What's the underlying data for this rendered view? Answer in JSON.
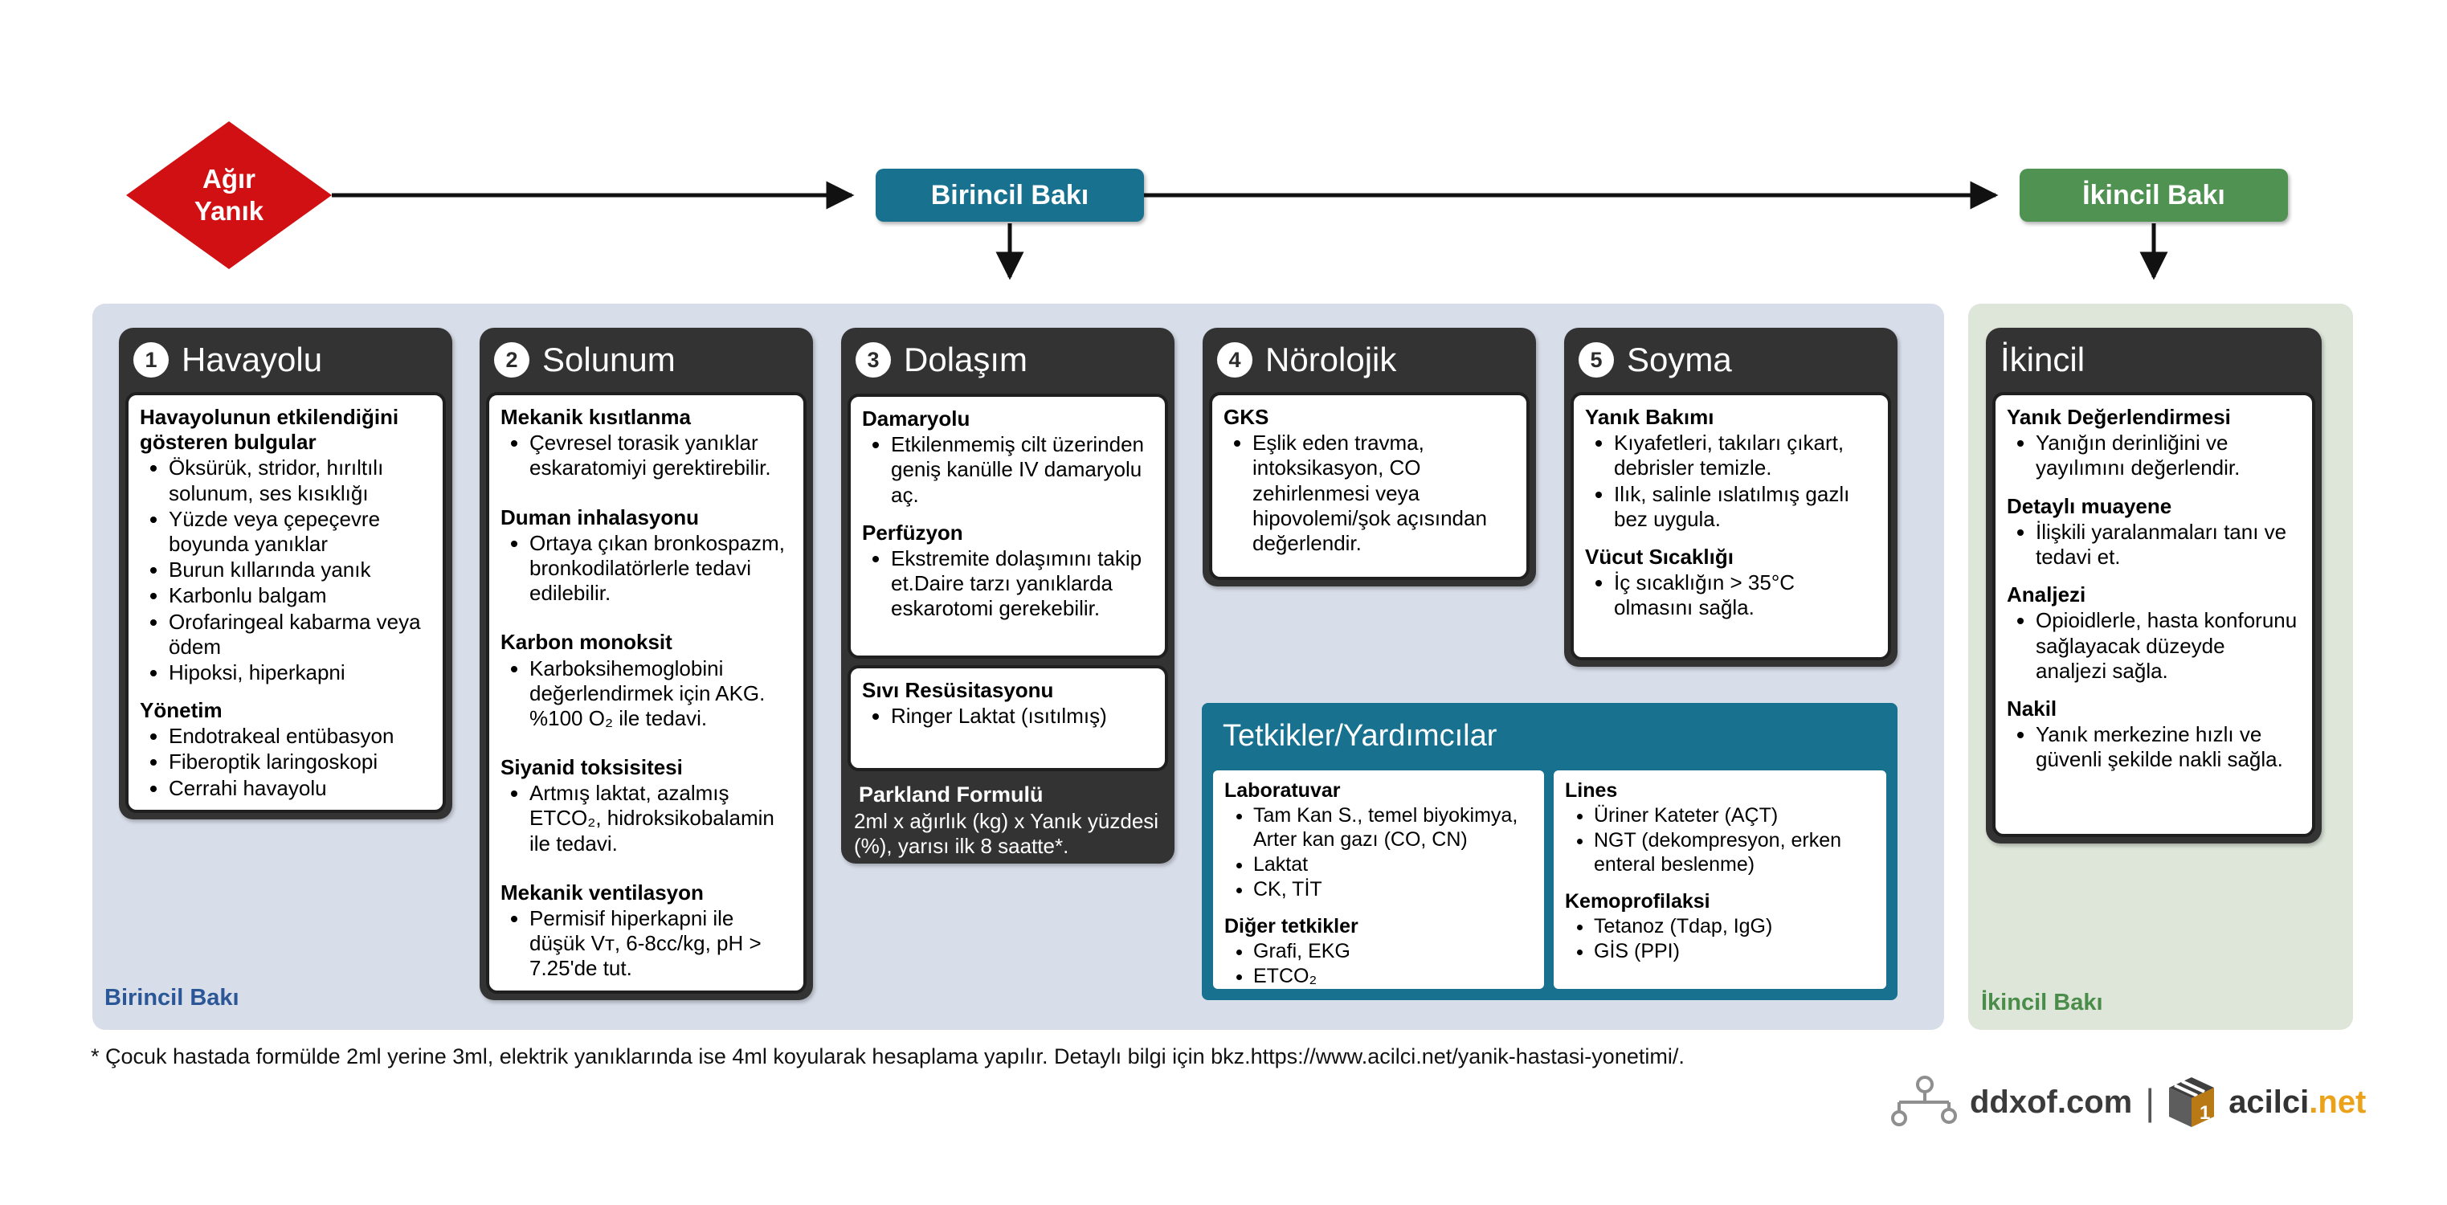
{
  "flow": {
    "start_label": "Ağır\nYanık",
    "primary_button": "Birincil Bakı",
    "secondary_button": "İkincil Bakı"
  },
  "containers": {
    "primary_label": "Birincil Bakı",
    "secondary_label": "İkincil Bakı"
  },
  "panels": [
    {
      "number": "1",
      "title": "Havayolu",
      "sections": [
        {
          "heading": "Havayolunun etkilendiğini gösteren bulgular",
          "items": [
            "Öksürük, stridor, hırıltılı solunum, ses kısıklığı",
            "Yüzde veya çepeçevre boyunda yanıklar",
            "Burun kıllarında yanık",
            "Karbonlu balgam",
            "Orofaringeal kabarma veya ödem",
            "Hipoksi, hiperkapni"
          ]
        },
        {
          "heading": "Yönetim",
          "items": [
            "Endotrakeal entübasyon",
            "Fiberoptik laringoskopi",
            "Cerrahi havayolu"
          ]
        }
      ]
    },
    {
      "number": "2",
      "title": "Solunum",
      "sections": [
        {
          "heading": "Mekanik kısıtlanma",
          "items": [
            "Çevresel torasik yanıklar eskaratomiyi gerektirebilir."
          ]
        },
        {
          "heading": "Duman inhalasyonu",
          "items": [
            "Ortaya çıkan bronkospazm, bronkodilatörlerle tedavi edilebilir."
          ]
        },
        {
          "heading": "Karbon monoksit",
          "items": [
            "Karboksihemoglobini değerlendirmek için AKG. %100 O₂ ile tedavi."
          ]
        },
        {
          "heading": "Siyanid toksisitesi",
          "items": [
            "Artmış laktat, azalmış ETCO₂, hidroksikobalamin ile tedavi."
          ]
        },
        {
          "heading": "Mekanik ventilasyon",
          "items": [
            "Permisif hiperkapni ile düşük Vᴛ, 6-8cc/kg, pH > 7.25'de tut."
          ]
        }
      ]
    },
    {
      "number": "3",
      "title": "Dolaşım",
      "box1": [
        {
          "heading": "Damaryolu",
          "items": [
            "Etkilenmemiş cilt üzerinden geniş kanülle IV damaryolu aç."
          ]
        },
        {
          "heading": "Perfüzyon",
          "items": [
            "Ekstremite dolaşımını takip et.Daire tarzı yanıklarda eskarotomi gerekebilir."
          ]
        }
      ],
      "box2": [
        {
          "heading": "Sıvı Resüsitasyonu",
          "items": [
            "Ringer Laktat (ısıtılmış)"
          ]
        }
      ],
      "formula": {
        "title": "Parkland Formulü",
        "text": "2ml x ağırlık (kg) x Yanık yüzdesi (%), yarısı ilk 8 saatte*."
      }
    },
    {
      "number": "4",
      "title": "Nörolojik",
      "sections": [
        {
          "heading": "GKS",
          "items": [
            "Eşlik eden travma, intoksikasyon, CO zehirlenmesi veya hipovolemi/şok açısından değerlendir."
          ]
        }
      ]
    },
    {
      "number": "5",
      "title": "Soyma",
      "sections": [
        {
          "heading": "Yanık Bakımı",
          "items": [
            "Kıyafetleri, takıları çıkart, debrisler temizle.",
            "Ilık, salinle ıslatılmış gazlı bez uygula."
          ]
        },
        {
          "heading": "Vücut Sıcaklığı",
          "items": [
            "İç sıcaklığın > 35°C olmasını sağla."
          ]
        }
      ]
    }
  ],
  "ancillary": {
    "title": "Tetkikler/Yardımcılar",
    "left": [
      {
        "heading": "Laboratuvar",
        "items": [
          "Tam Kan S., temel biyokimya, Arter kan gazı (CO, CN)",
          "Laktat",
          "CK, TİT"
        ]
      },
      {
        "heading": "Diğer tetkikler",
        "items": [
          "Grafi, EKG",
          "ETCO₂"
        ]
      }
    ],
    "right": [
      {
        "heading": "Lines",
        "items": [
          "Üriner Kateter (AÇT)",
          "NGT (dekompresyon, erken enteral beslenme)"
        ]
      },
      {
        "heading": "Kemoprofilaksi",
        "items": [
          "Tetanoz (Tdap, IgG)",
          "GİS (PPI)"
        ]
      }
    ]
  },
  "secondary": {
    "title": "İkincil",
    "sections": [
      {
        "heading": "Yanık Değerlendirmesi",
        "items": [
          "Yanığın derinliğini ve yayılımını değerlendir."
        ]
      },
      {
        "heading": "Detaylı muayene",
        "items": [
          "İlişkili yaralanmaları tanı ve tedavi et."
        ]
      },
      {
        "heading": "Analjezi",
        "items": [
          "Opioidlerle, hasta konforunu sağlayacak düzeyde analjezi sağla."
        ]
      },
      {
        "heading": "Nakil",
        "items": [
          "Yanık merkezine hızlı ve güvenli şekilde nakli sağla."
        ]
      }
    ]
  },
  "footnote": "* Çocuk hastada formülde 2ml yerine 3ml, elektrik yanıklarında ise 4ml koyularak hesaplama yapılır. Detaylı bilgi için bkz.https://www.acilci.net/yanik-hastasi-yonetimi/.",
  "credits": {
    "ddxof_label": "ddxof.com",
    "separator": "|",
    "acilci_name": "acilci",
    "acilci_tld": ".net"
  },
  "colors": {
    "diamond_red": "#d01012",
    "teal": "#17718f",
    "green": "#4f9251",
    "card_dark": "#333333",
    "primary_tint": "#d7dde9",
    "secondary_tint": "#dde6d9",
    "primary_label_blue": "#2b5797",
    "secondary_label_green": "#4a8c4a",
    "acilci_orange": "#eba21a"
  }
}
